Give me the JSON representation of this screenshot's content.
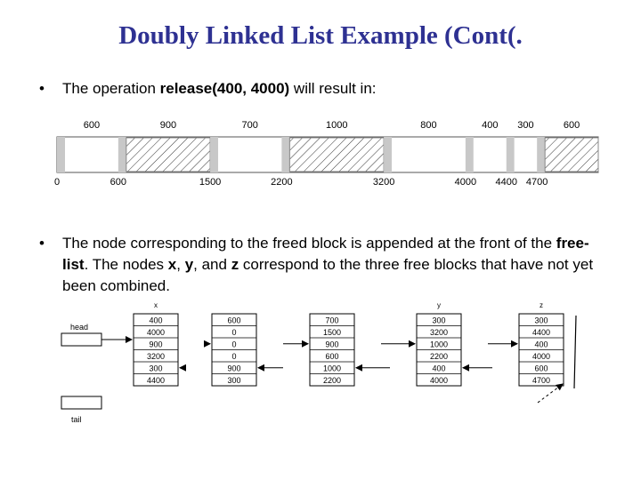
{
  "slide": {
    "title": "Doubly Linked List Example (Cont(.",
    "bullet1": {
      "prefix": "The operation ",
      "bold": "release(400, 4000)",
      "suffix": " will result in:"
    },
    "bullet2": {
      "t1": "The node corresponding to the freed block is appended at the front of the ",
      "b1": "free-list",
      "t2": ". The nodes ",
      "b2": "x",
      "t3": ", ",
      "b3": "y",
      "t4": ", and ",
      "b4": "z",
      "t5": " correspond to the three free blocks that have not yet been combined."
    }
  },
  "memory_map": {
    "sizes": [
      "600",
      "900",
      "700",
      "1000",
      "800",
      "400",
      "300",
      "600"
    ],
    "addresses": [
      "0",
      "600",
      "1500",
      "2200",
      "3200",
      "4000",
      "4400",
      "4700"
    ],
    "hatched": [
      false,
      true,
      false,
      true,
      false,
      false,
      false,
      true
    ],
    "colors": {
      "separator": "#c8c8c8",
      "outline": "#555555"
    }
  },
  "list_diagram": {
    "head_label": "head",
    "tail_label": "tail",
    "node_labels": [
      "x",
      "",
      "",
      "y",
      "z"
    ],
    "nodes": [
      [
        "400",
        "4000",
        "900",
        "3200",
        "300",
        "4400"
      ],
      [
        "600",
        "0",
        "0",
        "0",
        "900",
        "300"
      ],
      [
        "700",
        "1500",
        "900",
        "600",
        "1000",
        "2200"
      ],
      [
        "300",
        "3200",
        "1000",
        "2200",
        "400",
        "4000"
      ],
      [
        "300",
        "4400",
        "400",
        "4000",
        "600",
        "4700"
      ]
    ]
  }
}
